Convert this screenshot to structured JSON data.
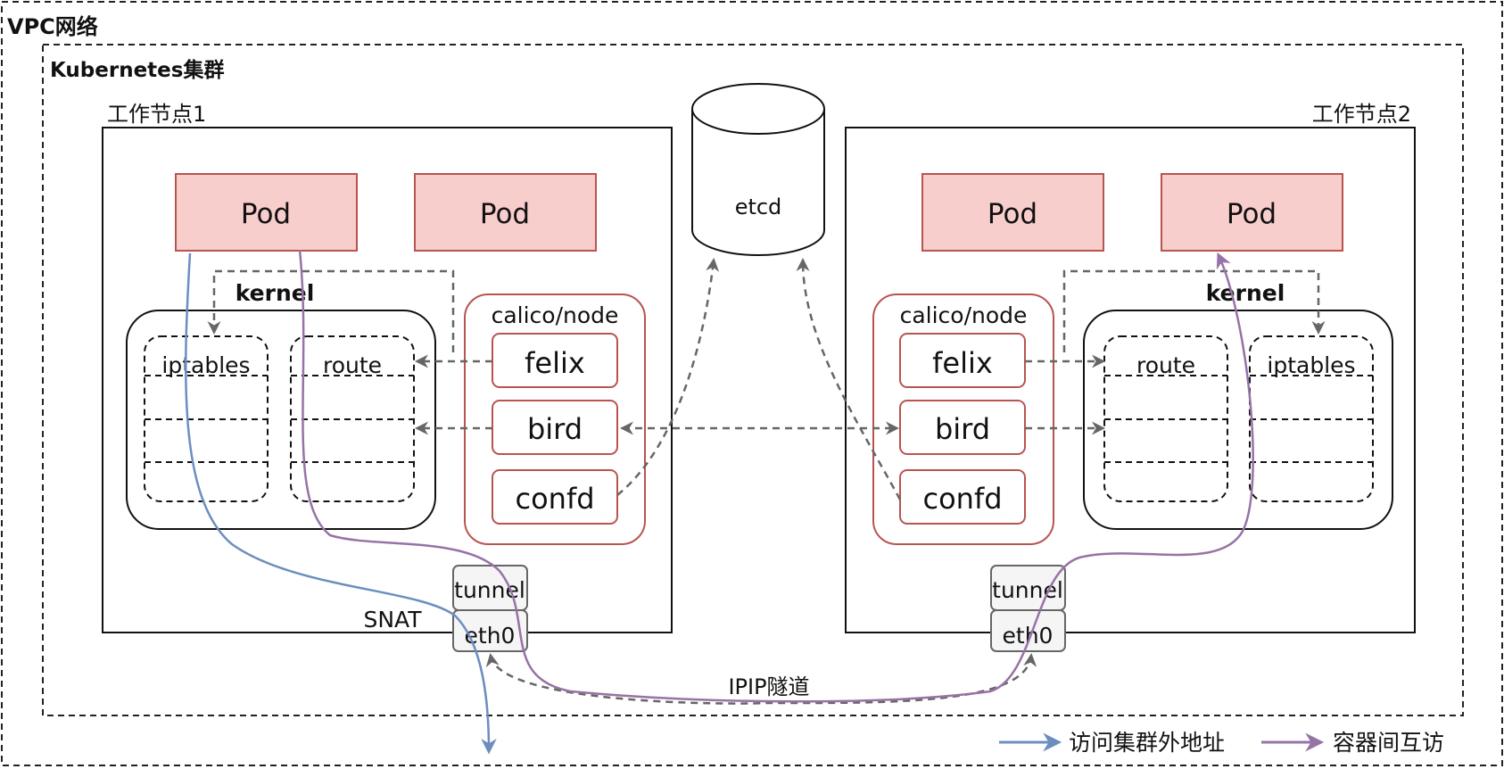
{
  "labels": {
    "vpc": "VPC网络",
    "k8s": "Kubernetes集群",
    "node1": "工作节点1",
    "node2": "工作节点2",
    "etcd": "etcd",
    "tunnel_proto": "IPIP隧道",
    "snat": "SNAT"
  },
  "node1": {
    "pods": [
      "Pod",
      "Pod"
    ],
    "kernel": "kernel",
    "tables": [
      "iptables",
      "route"
    ],
    "calico": {
      "title": "calico/node",
      "components": [
        "felix",
        "bird",
        "confd"
      ]
    },
    "tunnel": "tunnel",
    "eth": "eth0"
  },
  "node2": {
    "pods": [
      "Pod",
      "Pod"
    ],
    "kernel": "kernel",
    "tables": [
      "route",
      "iptables"
    ],
    "calico": {
      "title": "calico/node",
      "components": [
        "felix",
        "bird",
        "confd"
      ]
    },
    "tunnel": "tunnel",
    "eth": "eth0"
  },
  "legend": [
    {
      "label": "访问集群外地址",
      "color": "#6c8ebf"
    },
    {
      "label": "容器间互访",
      "color": "#9673a6"
    }
  ],
  "colors": {
    "vpc_label": "#ff5a5f",
    "k8s_label": "#666666",
    "pod_fill": "#f8cecc",
    "pod_stroke": "#b85450",
    "external_flow": "#6c8ebf",
    "pod_flow": "#9673a6",
    "dash_arrow": "#666666"
  }
}
